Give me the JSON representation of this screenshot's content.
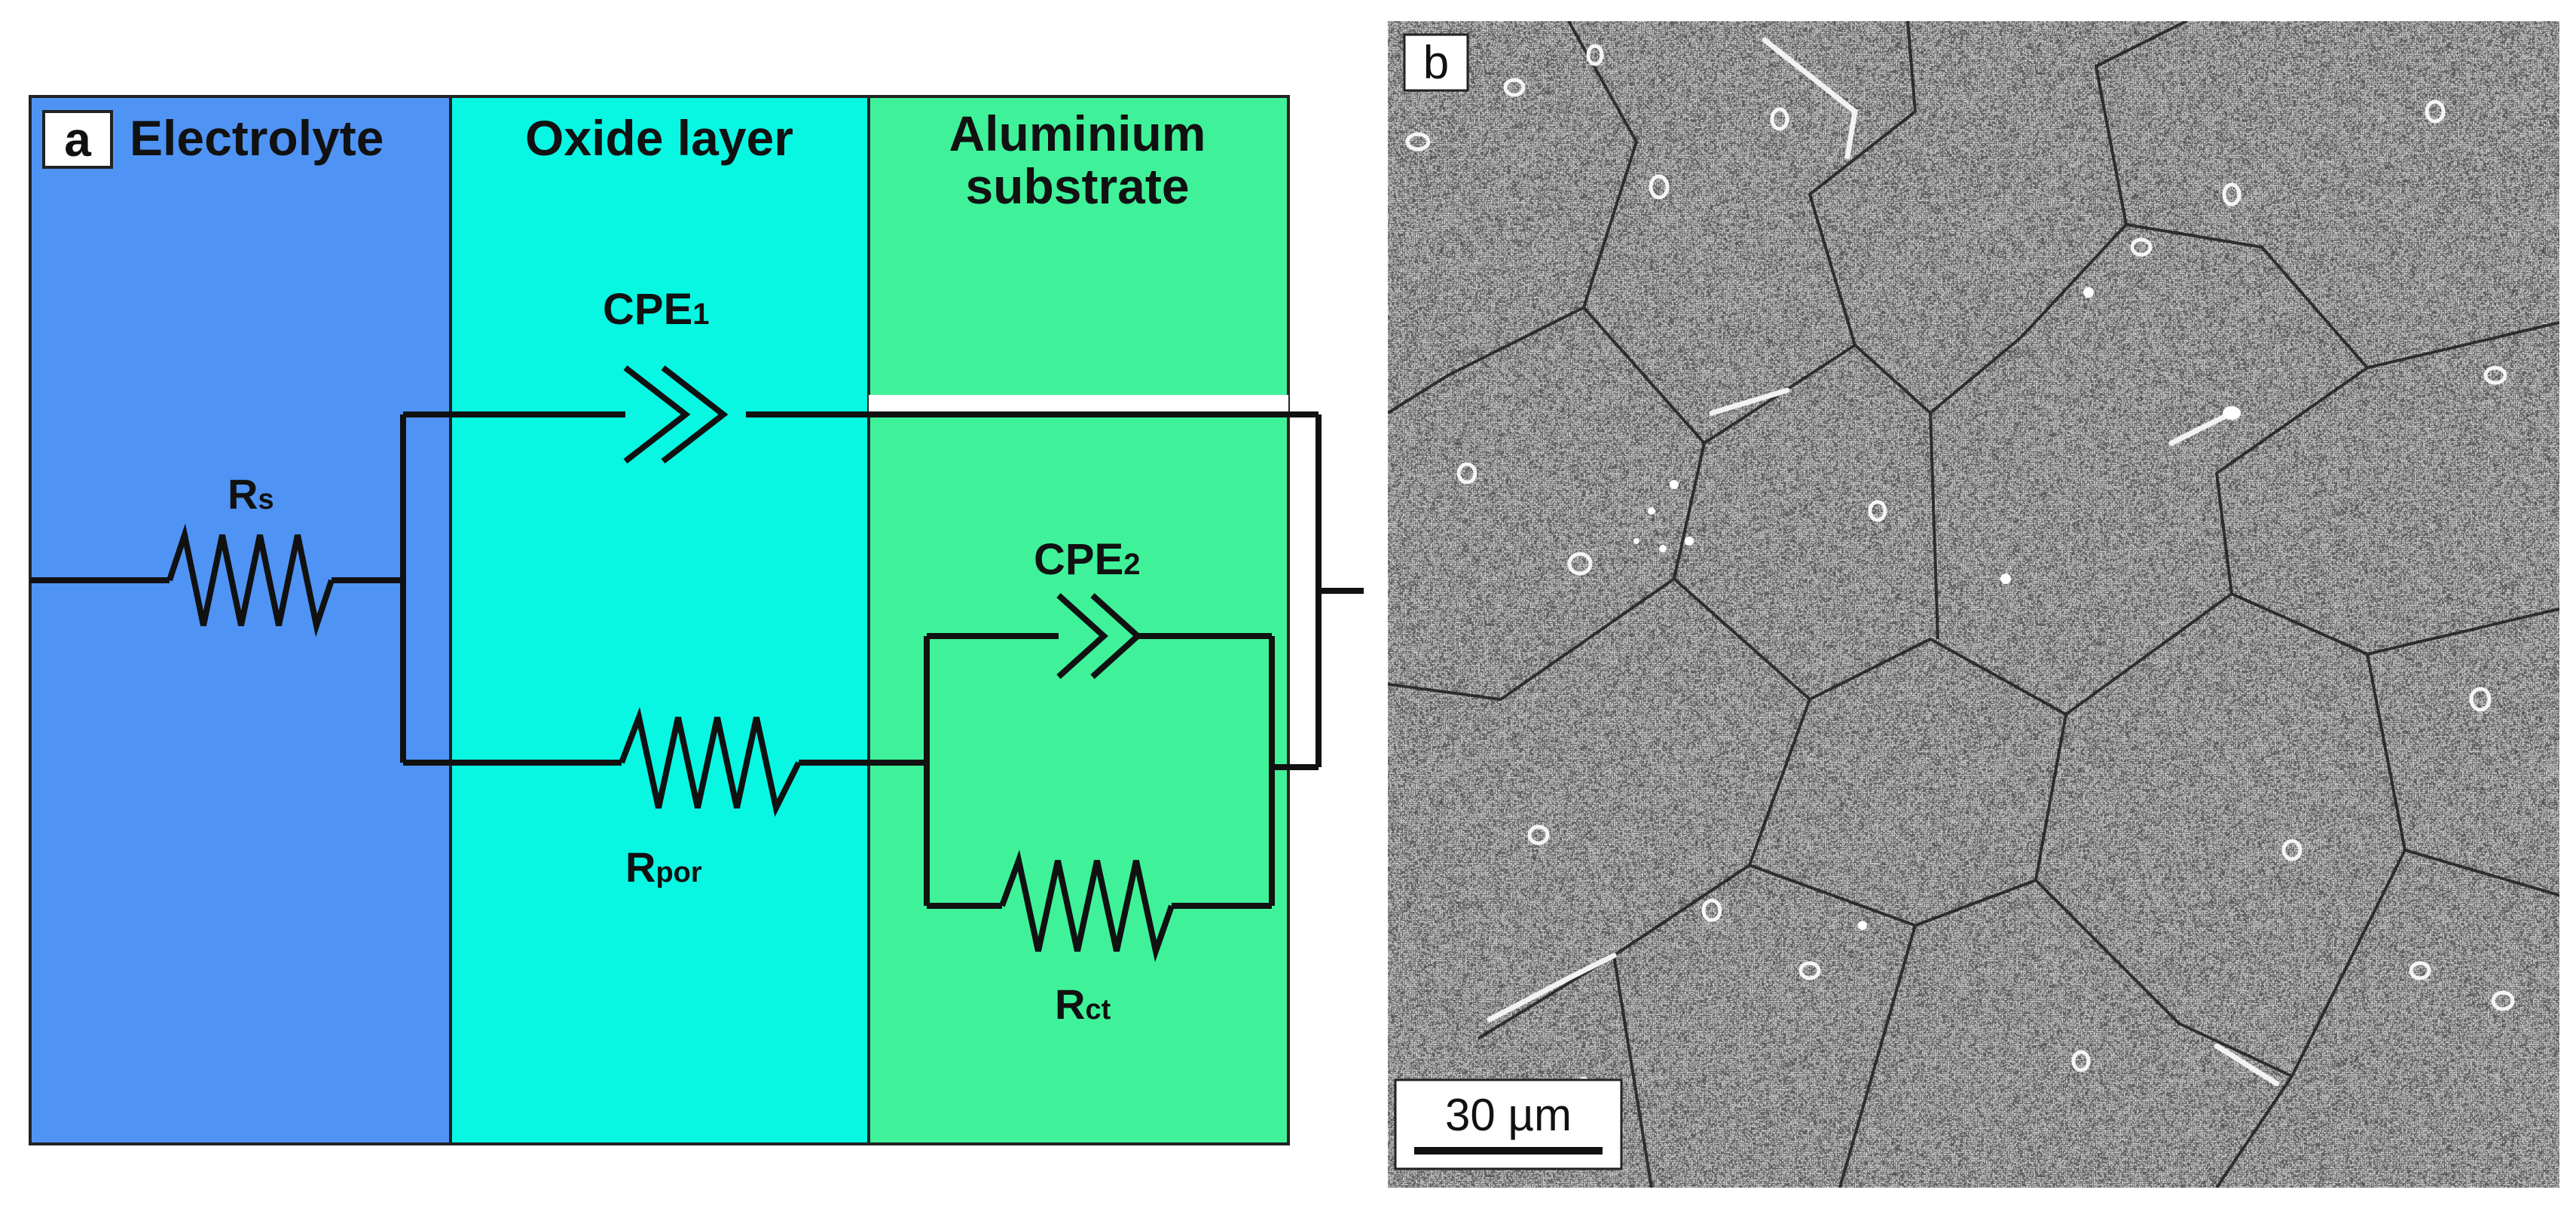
{
  "panel_a": {
    "letter": "a",
    "regions": [
      {
        "label": "Electrolyte",
        "color": "#4f94f4"
      },
      {
        "label": "Oxide layer",
        "color": "#08f7e3"
      },
      {
        "label_line1": "Aluminium",
        "label_line2": "substrate",
        "color": "#3ff29a"
      }
    ],
    "components": {
      "rs": {
        "main": "R",
        "sub": "s"
      },
      "cpe1": {
        "main": "CPE",
        "sub": "1"
      },
      "rpor": {
        "main": "R",
        "sub": "por"
      },
      "cpe2": {
        "main": "CPE",
        "sub": "2"
      },
      "rct": {
        "main": "R",
        "sub": "ct"
      }
    }
  },
  "panel_b": {
    "letter": "b",
    "scale_bar": "30 µm"
  }
}
